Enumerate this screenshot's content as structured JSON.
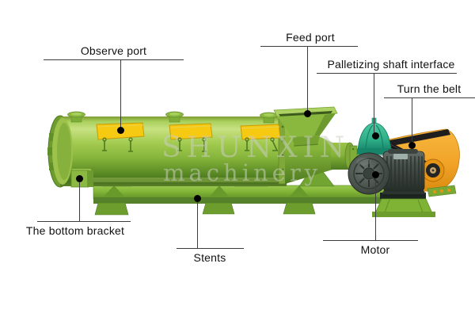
{
  "diagram": {
    "background_color": "#ffffff",
    "watermark": {
      "line1": "SHUNXIN",
      "line2": "machinery",
      "color": "#c9cec1"
    },
    "labels": {
      "observe_port": {
        "text": "Observe port"
      },
      "feed_port": {
        "text": "Feed port"
      },
      "palletizing_shaft_interface": {
        "text": "Palletizing shaft interface"
      },
      "turn_the_belt": {
        "text": "Turn the belt"
      },
      "bottom_bracket": {
        "text": "The bottom bracket"
      },
      "stents": {
        "text": "Stents"
      },
      "motor": {
        "text": "Motor"
      }
    },
    "colors": {
      "machine_green": "#8fbf3c",
      "panel_yellow": "#f6c913",
      "gearbox_teal": "#2fae88",
      "belt_guard_orange": "#f0a125",
      "motor_gray": "#474f4b",
      "leader_line": "#3c3c3c",
      "label_text": "#111111"
    }
  }
}
